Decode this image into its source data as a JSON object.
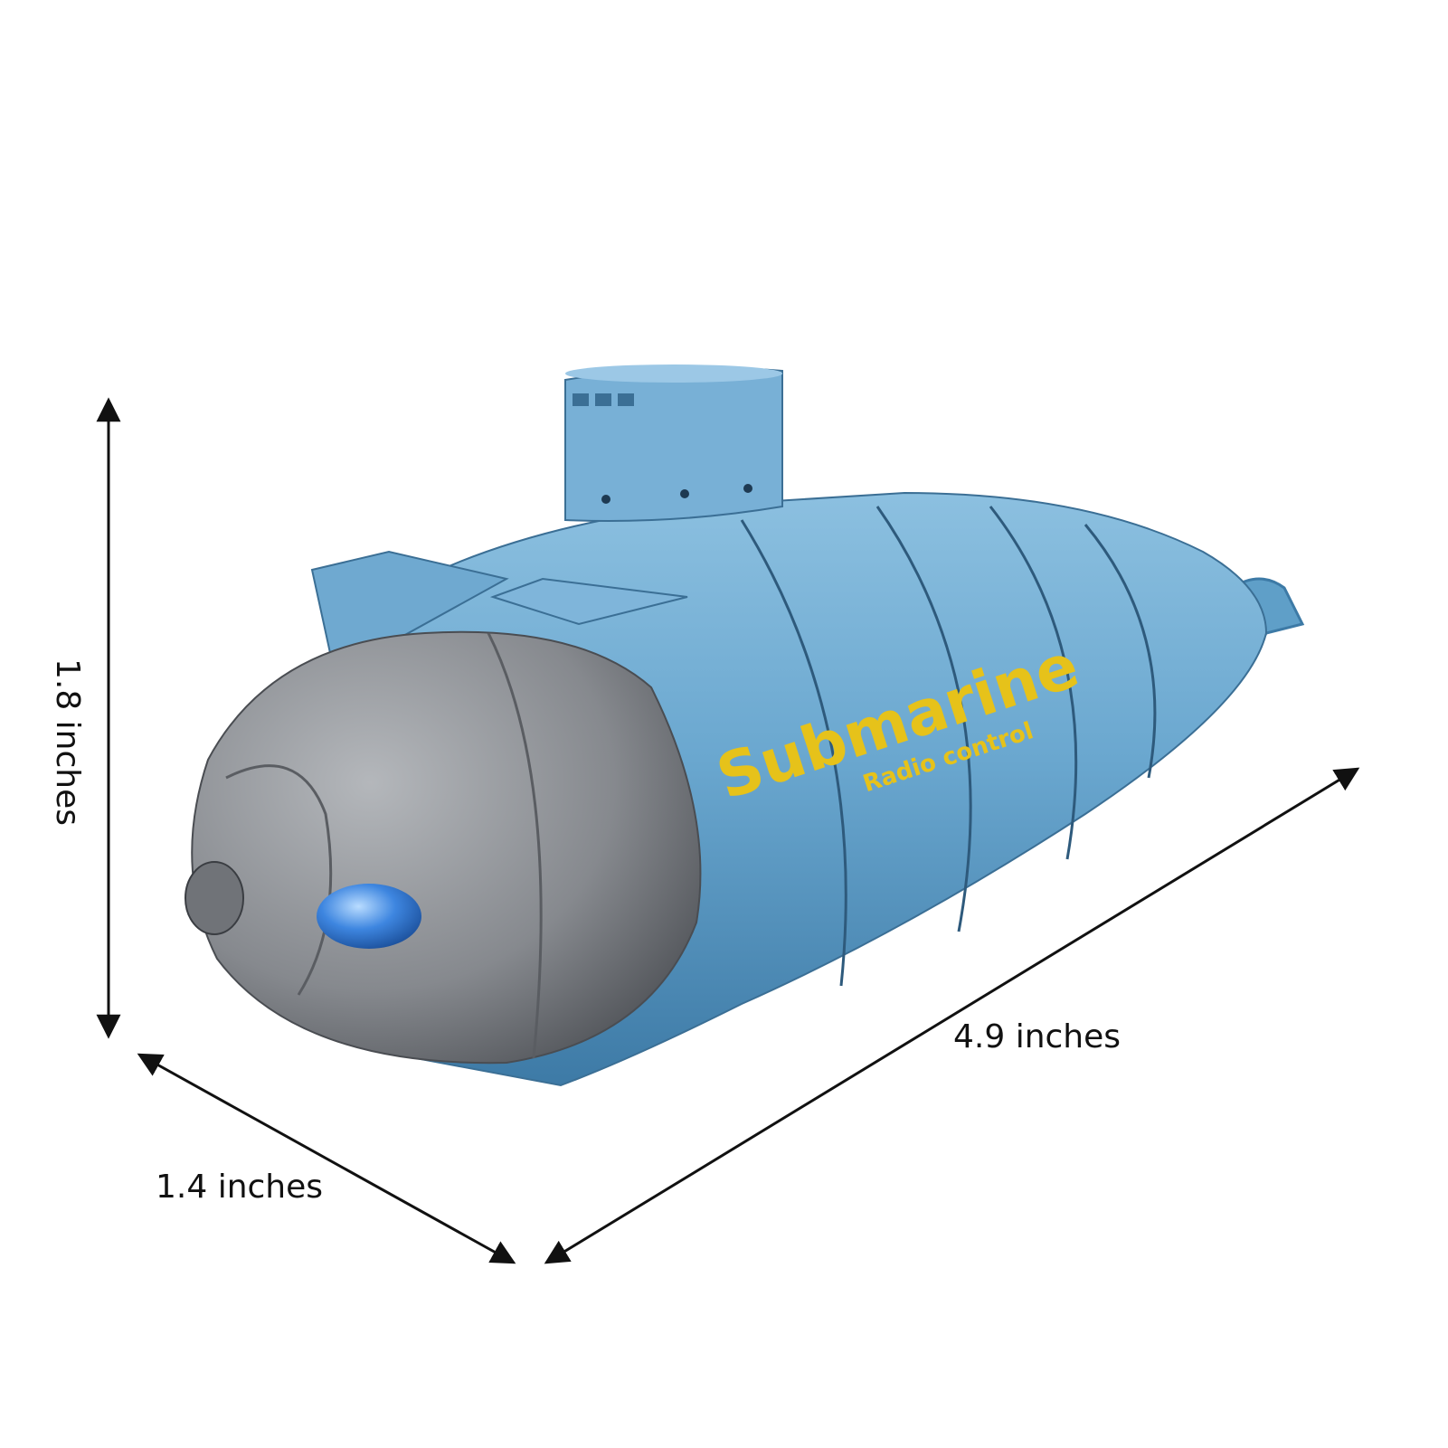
{
  "product": {
    "logo_text": "Submarine",
    "logo_subtext": "Radio control",
    "colors": {
      "hull": "#5f9fc8",
      "nose": "#8a8d92",
      "logo": "#e6c21a",
      "light": "#3e86e0"
    }
  },
  "dimensions": {
    "height": "1.8 inches",
    "width": "1.4 inches",
    "length": "4.9 inches"
  }
}
